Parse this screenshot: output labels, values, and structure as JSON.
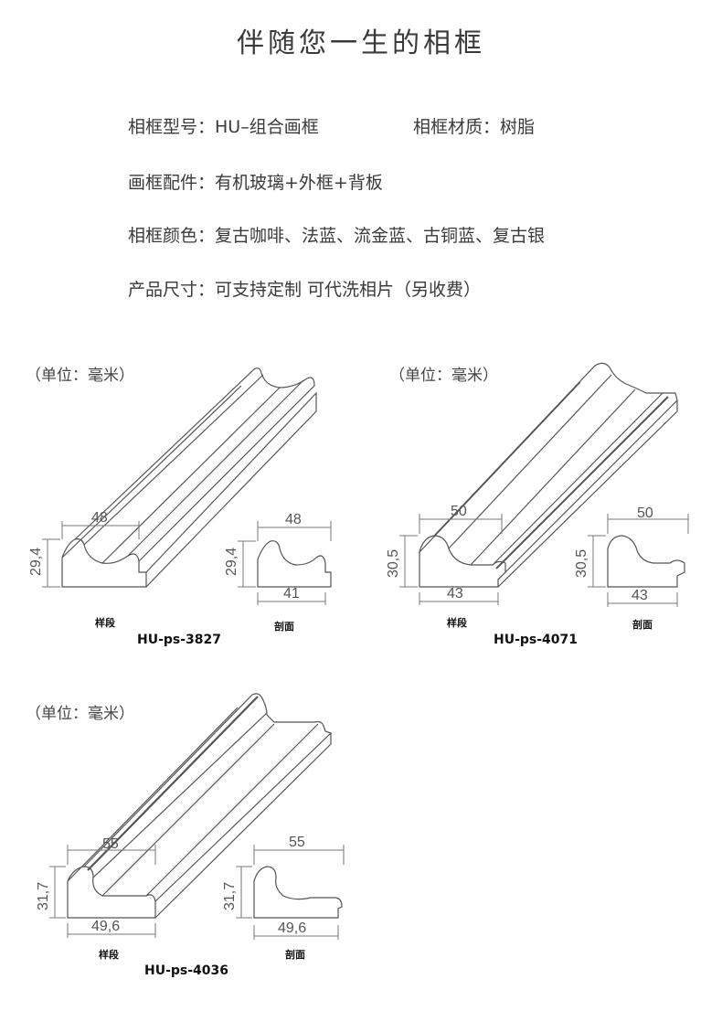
{
  "header": {
    "title": "伴随您一生的相框"
  },
  "specs": {
    "model": "相框型号：HU–组合画框",
    "material": "相框材质：树脂",
    "accessories": "画框配件：有机玻璃+外框+背板",
    "colors": "相框颜色：复古咖啡、法蓝、流金蓝、古铜蓝、复古银",
    "size": "产品尺寸：可支持定制 可代洗相片（另收费）"
  },
  "frames": [
    {
      "unit": "（单位：毫米）",
      "sample_label": "样段",
      "section_label": "剖面",
      "model": "HU-ps-3827",
      "sample_width": "48",
      "sample_height": "29,4",
      "section_width": "48",
      "section_height": "29,4",
      "section_base": "41"
    },
    {
      "unit": "（单位：毫米）",
      "sample_label": "样段",
      "section_label": "剖面",
      "model": "HU-ps-4071",
      "sample_width": "50",
      "sample_height": "30,5",
      "sample_base": "43",
      "section_width": "50",
      "section_height": "30,5",
      "section_base": "43"
    },
    {
      "unit": "（单位：毫米）",
      "sample_label": "样段",
      "section_label": "剖面",
      "model": "HU-ps-4036",
      "sample_width": "55",
      "sample_height": "31,7",
      "sample_base": "49,6",
      "section_width": "55",
      "section_height": "31,7",
      "section_base": "49,6"
    }
  ]
}
